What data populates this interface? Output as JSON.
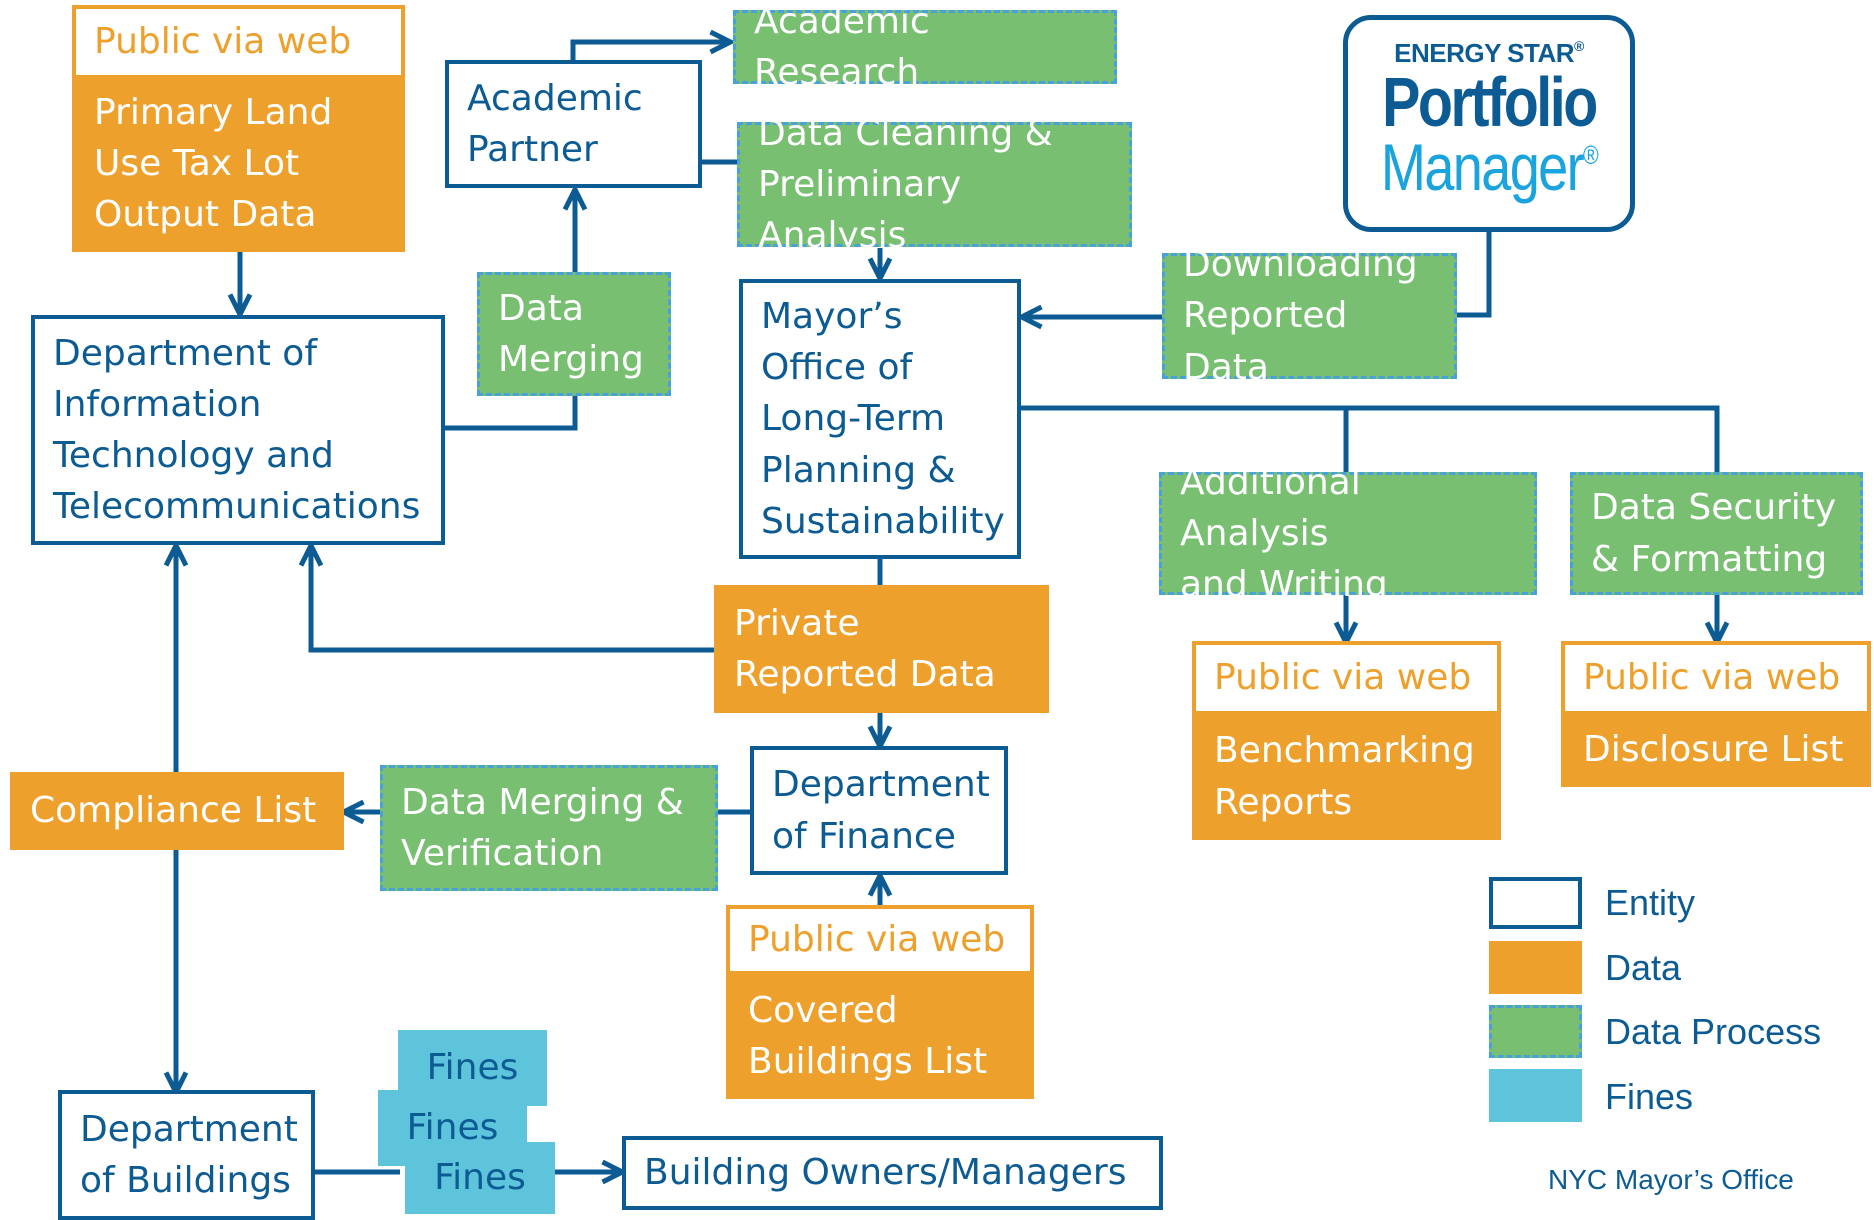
{
  "nodes": {
    "public_land_use": {
      "badge": "Public via web",
      "lines": [
        "Primary Land",
        "Use Tax Lot",
        "Output Data"
      ]
    },
    "academic_partner": {
      "lines": [
        "Academic",
        "Partner"
      ]
    },
    "academic_research": {
      "lines": [
        "Academic Research"
      ]
    },
    "data_cleaning": {
      "lines": [
        "Data Cleaning &",
        "Preliminary Analysis"
      ]
    },
    "doitt": {
      "lines": [
        "Department of",
        "Information",
        "Technology and",
        "Telecommunications"
      ]
    },
    "data_merging": {
      "lines": [
        "Data",
        "Merging"
      ]
    },
    "mayors_office": {
      "lines": [
        "Mayor’s",
        "Office of",
        "Long-Term",
        "Planning &",
        "Sustainability"
      ]
    },
    "downloading": {
      "lines": [
        "Downloading",
        "Reported Data"
      ]
    },
    "portfolio_manager": {
      "brand": "ENERGY STAR",
      "reg": "®",
      "line1": "Portfolio",
      "line2": "Manager",
      "line2_reg": "®"
    },
    "additional_analysis": {
      "lines": [
        "Additional Analysis",
        "and Writing"
      ]
    },
    "data_security": {
      "lines": [
        "Data Security",
        "& Formatting"
      ]
    },
    "private_reported": {
      "lines": [
        "Private",
        "Reported Data"
      ]
    },
    "benchmarking": {
      "badge": "Public via web",
      "lines": [
        "Benchmarking",
        "Reports"
      ]
    },
    "disclosure": {
      "badge": "Public via web",
      "lines": [
        "Disclosure List"
      ]
    },
    "compliance": {
      "lines": [
        "Compliance List"
      ]
    },
    "merging_verification": {
      "lines": [
        "Data Merging &",
        "Verification"
      ]
    },
    "dept_finance": {
      "lines": [
        "Department",
        "of Finance"
      ]
    },
    "covered_buildings": {
      "badge": "Public via web",
      "lines": [
        "Covered",
        "Buildings List"
      ]
    },
    "dept_buildings": {
      "lines": [
        "Department",
        "of Buildings"
      ]
    },
    "fines": {
      "labels": [
        "Fines",
        "Fines",
        "Fines"
      ]
    },
    "owners": {
      "lines": [
        "Building Owners/Managers"
      ]
    }
  },
  "legend": [
    {
      "label": "Entity",
      "kind": "entity"
    },
    {
      "label": "Data",
      "kind": "data"
    },
    {
      "label": "Data Process",
      "kind": "process"
    },
    {
      "label": "Fines",
      "kind": "fines"
    }
  ],
  "credit": "NYC Mayor’s Office",
  "colors": {
    "entity_border": "#0d5b93",
    "data": "#eda02b",
    "process": "#78bf72",
    "process_border": "#46a2d8",
    "fines": "#5ec4dc",
    "arrow": "#0d5b93"
  }
}
